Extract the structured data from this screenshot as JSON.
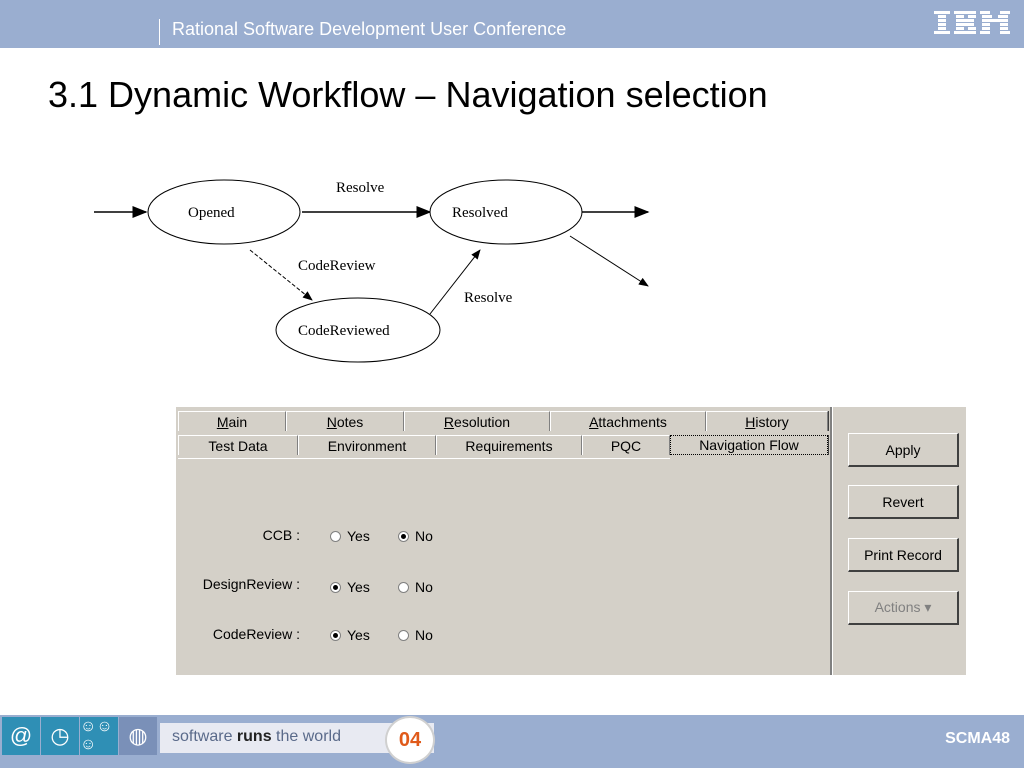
{
  "header": {
    "conference": "Rational Software Development User Conference",
    "logo_text": "IBM"
  },
  "slide_title": "3.1 Dynamic Workflow – Navigation selection",
  "diagram": {
    "states": [
      "Opened",
      "Resolved",
      "CodeReviewed"
    ],
    "transitions": [
      "Resolve",
      "CodeReview",
      "Resolve"
    ]
  },
  "tabs_row1": [
    "Main",
    "Notes",
    "Resolution",
    "Attachments",
    "History"
  ],
  "tabs_row2": [
    "Test Data",
    "Environment",
    "Requirements",
    "PQC",
    "Navigation Flow"
  ],
  "fields": [
    {
      "label": "CCB :",
      "yes": "Yes",
      "no": "No",
      "selected": "No"
    },
    {
      "label": "DesignReview :",
      "yes": "Yes",
      "no": "No",
      "selected": "Yes"
    },
    {
      "label": "CodeReview :",
      "yes": "Yes",
      "no": "No",
      "selected": "Yes"
    }
  ],
  "buttons": {
    "apply": "Apply",
    "revert": "Revert",
    "print": "Print Record",
    "actions": "Actions ▾"
  },
  "footer": {
    "tagline_pre": "software",
    "tagline_bold": "runs",
    "tagline_post": "the world",
    "badge": "04",
    "code": "SCMA48"
  }
}
